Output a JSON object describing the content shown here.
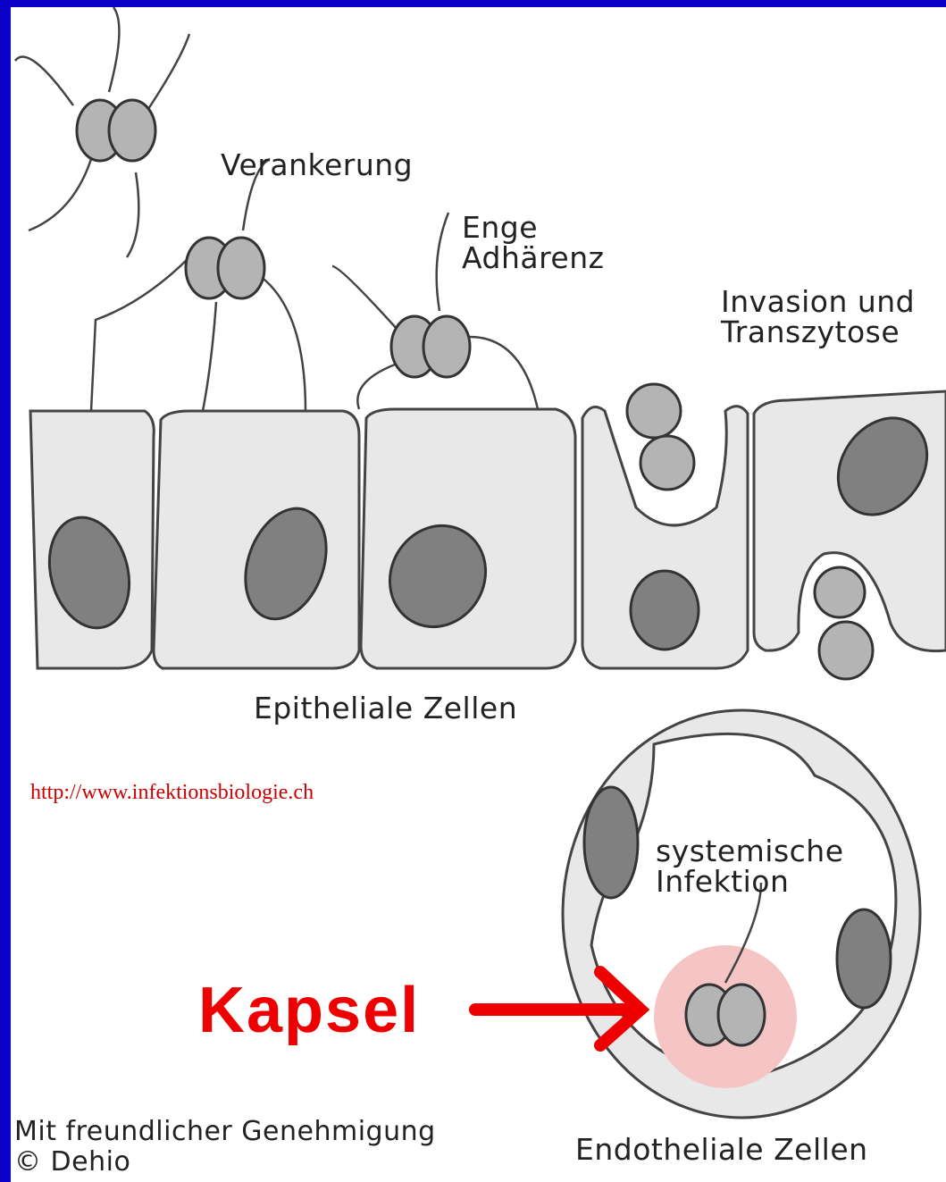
{
  "labels": {
    "verankerung": "Verankerung",
    "enge_adhaerenz": "Enge\nAdhärenz",
    "invasion": "Invasion und\nTranszytose",
    "epitheliale": "Epitheliale Zellen",
    "url": "http://www.infektionsbiologie.ch",
    "systemische": "systemische\nInfektion",
    "kapsel": "Kapsel",
    "credit": "Mit freundlicher Genehmigung\n© Dehio",
    "endotheliale": "Endotheliale Zellen"
  },
  "colors": {
    "border": "#0a00c8",
    "cell_fill": "#e8e8e8",
    "nucleus_fill": "#808080",
    "bacterium_fill": "#b4b4b4",
    "capsule_halo": "#f5c4c4",
    "kapsel_red": "#ee0000",
    "url_red": "#cc0000"
  }
}
